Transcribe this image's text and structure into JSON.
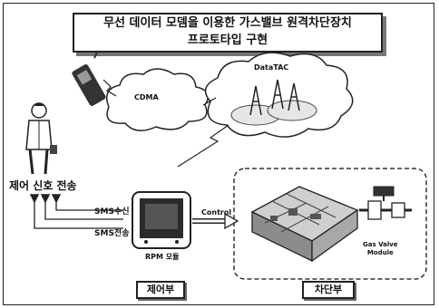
{
  "title": {
    "line1": "무선 데이터 모뎀을 이용한 가스밸브 원격차단장치",
    "line2": "프로토타입 구현"
  },
  "network": {
    "cdma": "CDMA",
    "datatac": "DataTAC"
  },
  "control_signal": "제어 신호 전송",
  "sms": {
    "receive": "SMS수신",
    "send": "SMS전송"
  },
  "rpm_module": "RPM 모듈",
  "control_arrow": "Control",
  "gas_valve": {
    "line1": "Gas Valve",
    "line2": "Module"
  },
  "sections": {
    "control_part": "제어부",
    "shutoff_part": "차단부"
  }
}
